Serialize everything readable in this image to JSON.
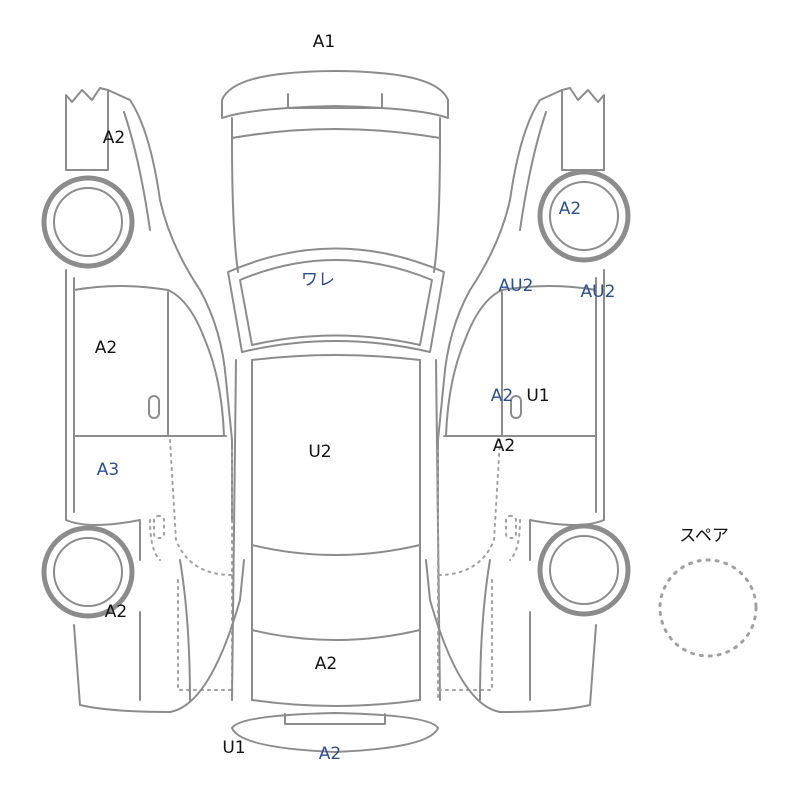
{
  "colors": {
    "outline": "#8c8c8c",
    "label_black": "#111111",
    "label_blue": "#2a4f8f"
  },
  "labels": [
    {
      "id": "roof-front",
      "text": "A1",
      "color": "black"
    },
    {
      "id": "left-front-fender",
      "text": "A2",
      "color": "black"
    },
    {
      "id": "left-front-door",
      "text": "A2",
      "color": "black"
    },
    {
      "id": "left-rear-door",
      "text": "A3",
      "color": "blue"
    },
    {
      "id": "left-rear-quarter",
      "text": "A2",
      "color": "black"
    },
    {
      "id": "windshield",
      "text": "ワレ",
      "color": "blue"
    },
    {
      "id": "roof",
      "text": "U2",
      "color": "black"
    },
    {
      "id": "trunk",
      "text": "A2",
      "color": "black"
    },
    {
      "id": "rear-bumper-left",
      "text": "U1",
      "color": "black"
    },
    {
      "id": "rear-bumper",
      "text": "A2",
      "color": "blue"
    },
    {
      "id": "right-front-wheel",
      "text": "A2",
      "color": "blue"
    },
    {
      "id": "right-a-pillar",
      "text": "AU2",
      "color": "blue"
    },
    {
      "id": "right-pillar-edge",
      "text": "AU2",
      "color": "blue"
    },
    {
      "id": "right-front-door-blue",
      "text": "A2",
      "color": "blue"
    },
    {
      "id": "right-front-door-black",
      "text": "U1",
      "color": "black"
    },
    {
      "id": "right-rear-door",
      "text": "A2",
      "color": "black"
    },
    {
      "id": "spare-label",
      "text": "スペア",
      "color": "black"
    }
  ],
  "icons": [
    "spare-tire-icon",
    "wheel-icon"
  ]
}
